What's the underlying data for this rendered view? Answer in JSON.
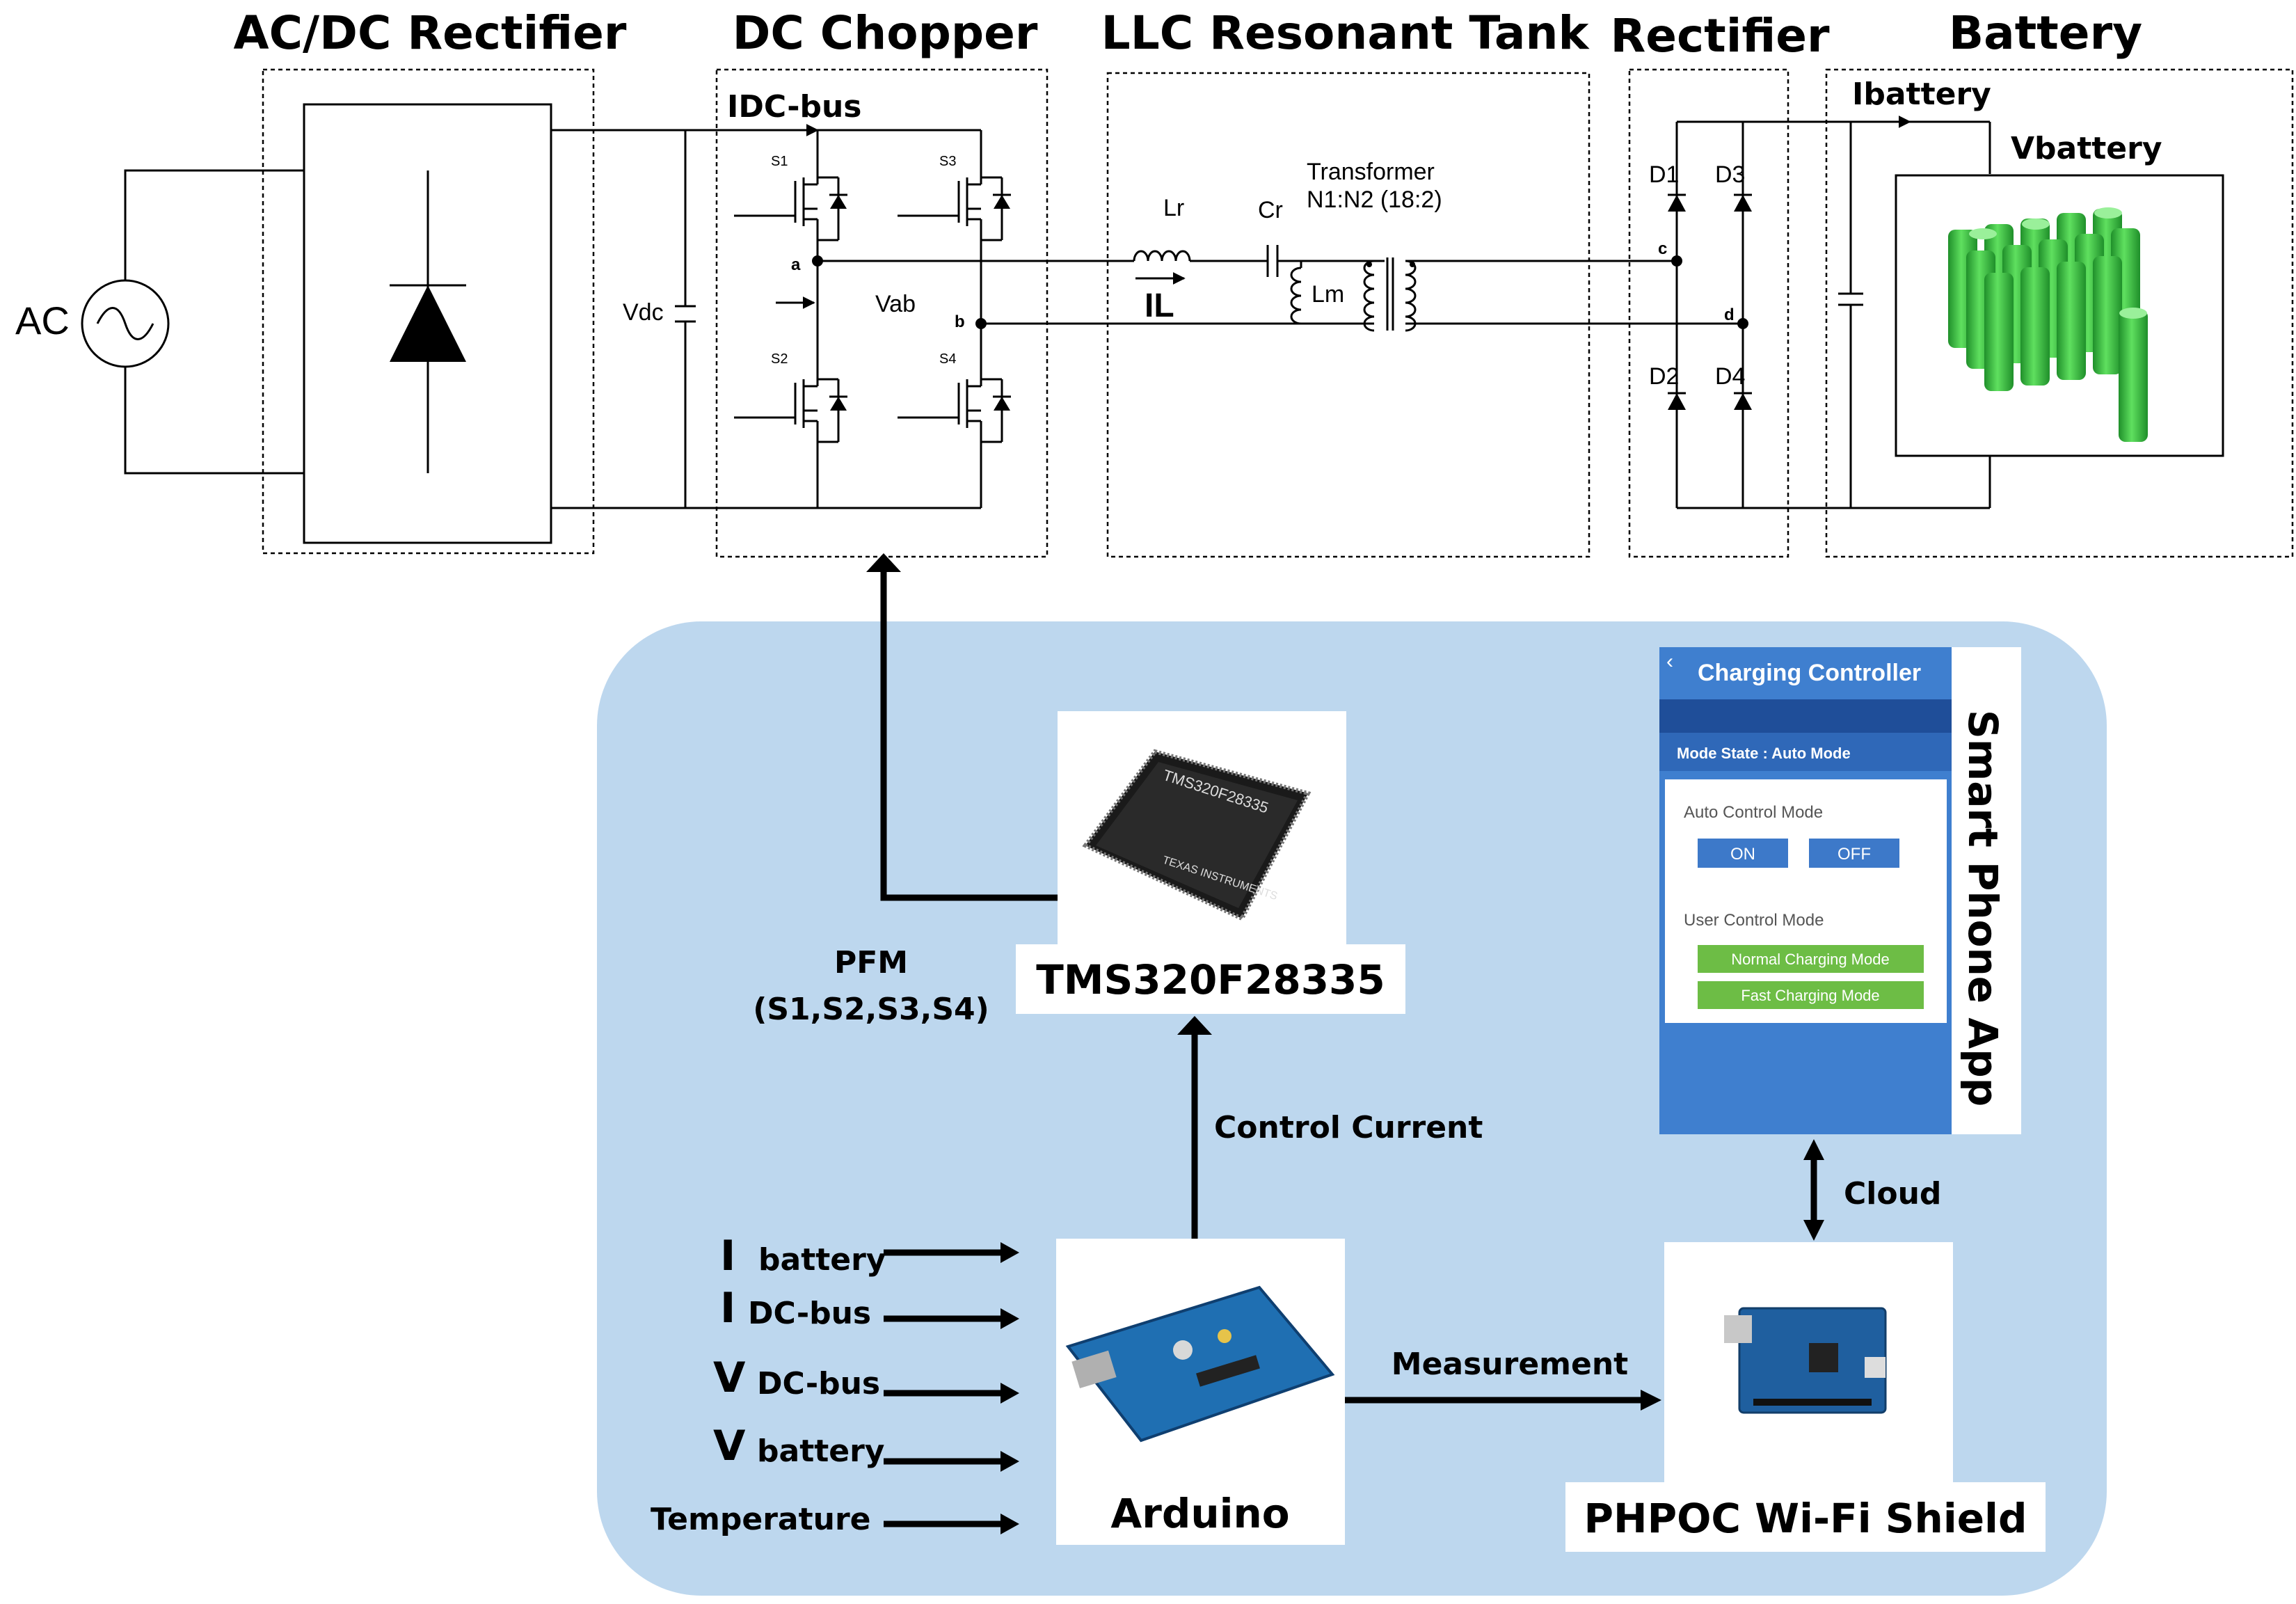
{
  "sections": {
    "acdc": "AC/DC Rectifier",
    "chopper": "DC Chopper",
    "llc": "LLC Resonant Tank",
    "rectifier": "Rectifier",
    "battery": "Battery"
  },
  "circuit": {
    "ac": "AC",
    "vdc": "Vdc",
    "idc_bus": "IDC-bus",
    "s1": "S1",
    "s2": "S2",
    "s3": "S3",
    "s4": "S4",
    "node_a": "a",
    "node_b": "b",
    "vab": "Vab",
    "lr": "Lr",
    "cr": "Cr",
    "il": "IL",
    "lm": "Lm",
    "transformer": "Transformer",
    "ratio": "N1:N2 (18:2)",
    "d1": "D1",
    "d2": "D2",
    "d3": "D3",
    "d4": "D4",
    "node_c": "c",
    "node_d": "d",
    "ibattery": "Ibattery",
    "vbattery": "Vbattery"
  },
  "control": {
    "chip_marking": "TMS320F28335",
    "chip_brand": "TEXAS INSTRUMENTS",
    "dsp": "TMS320F28335",
    "pfm": "PFM",
    "pfm_switches": "(S1,S2,S3,S4)",
    "control_current": "Control Current",
    "arduino": "Arduino",
    "measurement": "Measurement",
    "wifi": "PHPOC Wi-Fi Shield",
    "cloud": "Cloud",
    "smartphone": "Smart Phone App",
    "inputs": [
      {
        "main": "I",
        "sub": "battery"
      },
      {
        "main": "I",
        "sub": "DC-bus"
      },
      {
        "main": "V",
        "sub": "DC-bus"
      },
      {
        "main": "V",
        "sub": "battery"
      },
      {
        "main": "",
        "sub": "Temperature"
      }
    ]
  },
  "app": {
    "title": "Charging Controller",
    "mode_state": "Mode State : Auto Mode",
    "auto_label": "Auto Control Mode",
    "on": "ON",
    "off": "OFF",
    "user_label": "User Control Mode",
    "normal": "Normal Charging Mode",
    "fast": "Fast Charging Mode"
  },
  "colors": {
    "panel": "#bdd7ee",
    "app_blue": "#3f7fcf",
    "app_dark": "#1f4e99",
    "button_blue": "#3d79c9",
    "button_green": "#6dbd45",
    "battery_green": "#3fbf3f"
  }
}
